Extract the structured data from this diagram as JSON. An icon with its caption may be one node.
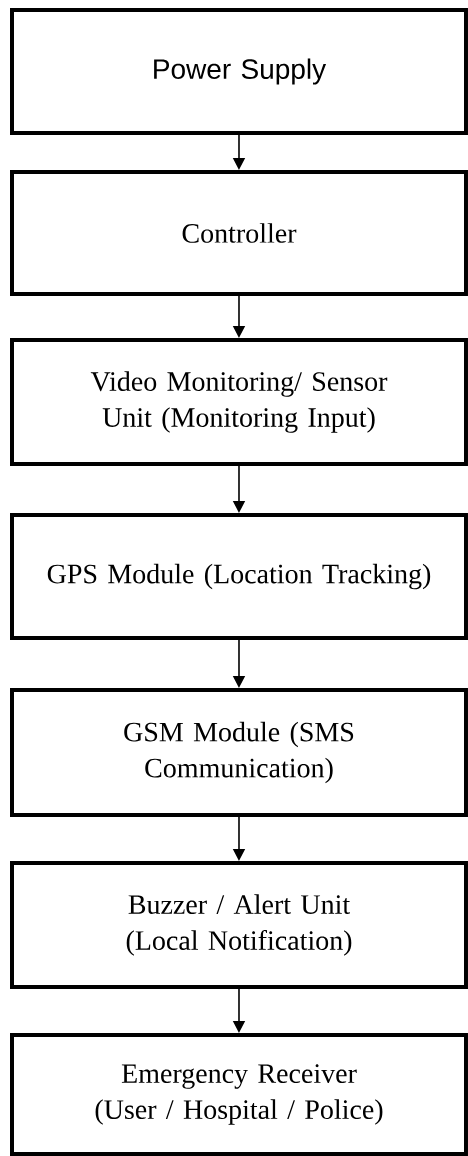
{
  "diagram": {
    "nodes": [
      {
        "text": [
          "Power Supply"
        ]
      },
      {
        "text": [
          "Controller"
        ]
      },
      {
        "text": [
          "Video Monitoring/ Sensor Unit (Monitoring Input)"
        ]
      },
      {
        "text": [
          "GPS Module (Location Tracking)"
        ]
      },
      {
        "text": [
          "GSM Module (SMS Communication)"
        ]
      },
      {
        "text": [
          "Buzzer / Alert Unit (Local Notification)"
        ]
      },
      {
        "text": [
          "Emergency Receiver (User / Hospital / Police)"
        ]
      }
    ],
    "edges": [
      {
        "from": 0,
        "to": 1,
        "arrow": "to"
      },
      {
        "from": 1,
        "to": 2,
        "arrow": "to"
      },
      {
        "from": 2,
        "to": 3,
        "arrow": "to"
      },
      {
        "from": 3,
        "to": 4,
        "arrow": "to"
      },
      {
        "from": 4,
        "to": 5,
        "arrow": "to"
      },
      {
        "from": 5,
        "to": 6,
        "arrow": "to"
      }
    ]
  }
}
